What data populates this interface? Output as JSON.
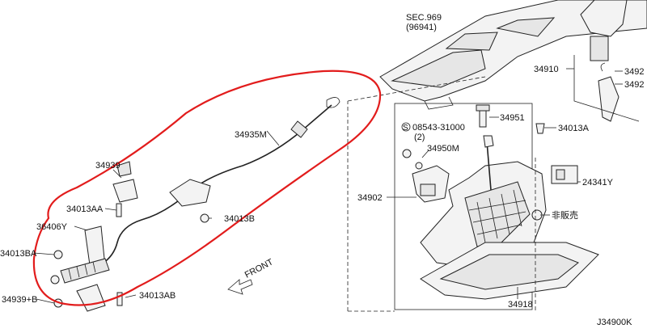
{
  "diagram": {
    "header_ref": "SEC.969",
    "header_ref_sub": "(96941)",
    "labels": {
      "p34935M": "34935M",
      "p34939": "34939",
      "p34013AA": "34013AA",
      "p36406Y": "36406Y",
      "p34013BA": "34013BA",
      "p34013B": "34013B",
      "p34939B": "34939+B",
      "p34013AB": "34013AB",
      "p34910": "34910",
      "p3492a": "3492",
      "p3492b": "3492",
      "p34951": "34951",
      "p34013A": "34013A",
      "p08543": "08543-31000",
      "p08543_qty": "(2)",
      "p08543_prefix": "S",
      "p34950M": "34950M",
      "p34902": "34902",
      "p24341Y": "24341Y",
      "not_sold": "非販売",
      "p34918": "34918"
    },
    "front_label": "FRONT",
    "figure_code": "J34900K"
  },
  "colors": {
    "highlight": "#e21c1c",
    "ink": "#222222"
  }
}
